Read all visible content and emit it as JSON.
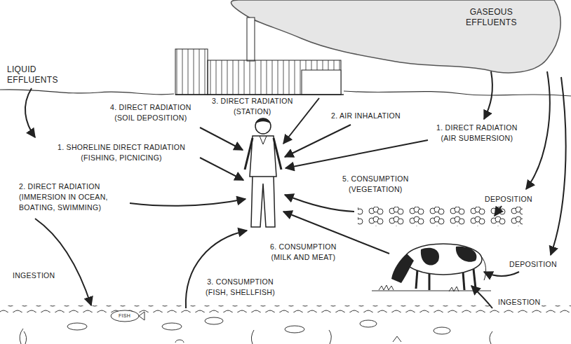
{
  "diagram": {
    "labels": [
      "GASEOUS EFFLUENTS",
      "LIQUID EFFLUENTS",
      "3. DIRECT RADIATION (STATION)",
      "4. DIRECT RADIATION (SOIL DEPOSITION)",
      "2. AIR INHALATION",
      "1. DIRECT RADIATION (AIR SUBMERSION)",
      "1. SHORELINE DIRECT RADIATION (FISHING, PICNICING)",
      "5. CONSUMPTION (VEGETATION)",
      "2. DIRECT RADIATION (IMMERSION IN OCEAN, BOATING, SWIMMING)",
      "DEPOSITION",
      "6. CONSUMPTION (MILK AND MEAT)",
      "DEPOSITION",
      "INGESTION",
      "3. CONSUMPTION (FISH, SHELLFISH)",
      "INGESTION",
      "FISH"
    ]
  }
}
